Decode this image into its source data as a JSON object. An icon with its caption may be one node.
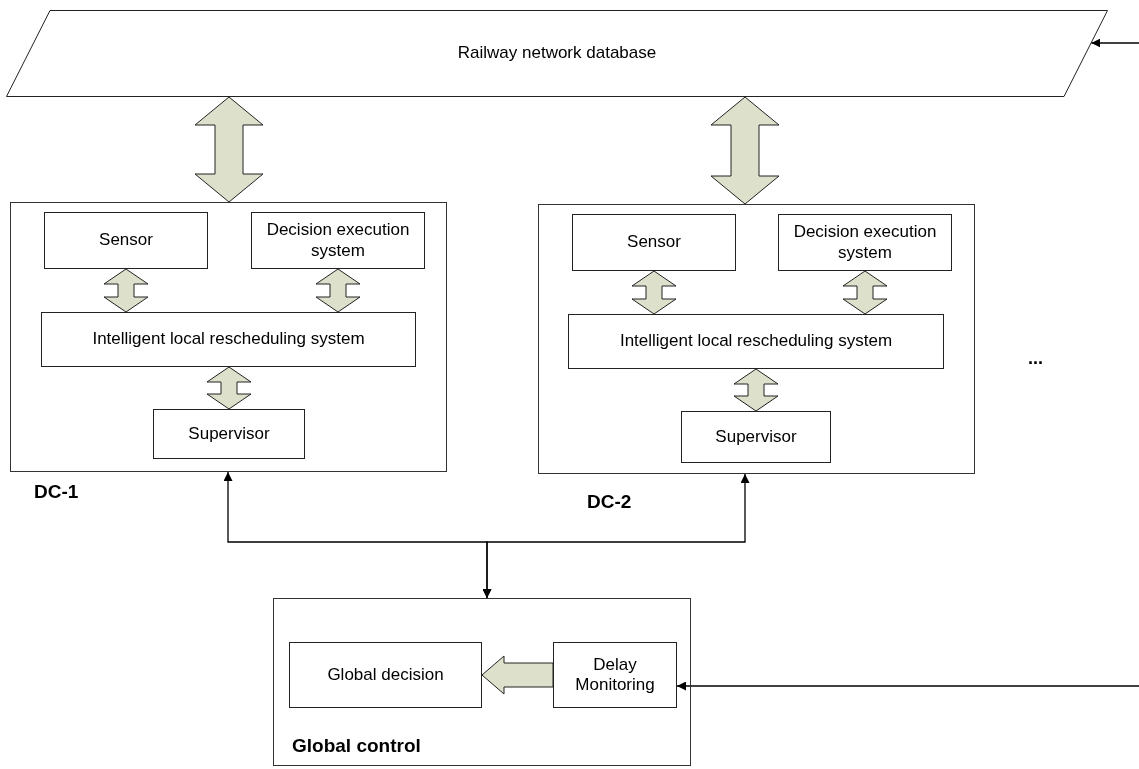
{
  "diagram": {
    "nodes": [
      {
        "text": [
          "Railway network database"
        ]
      },
      {
        "text": [
          "DC-1"
        ]
      },
      {
        "text": [
          "Sensor"
        ],
        "in": 1
      },
      {
        "text": [
          "Decision execution system"
        ],
        "in": 1
      },
      {
        "text": [
          "Intelligent local rescheduling system"
        ],
        "in": 1
      },
      {
        "text": [
          "Supervisor"
        ],
        "in": 1
      },
      {
        "text": [
          "DC-2"
        ]
      },
      {
        "text": [
          "Sensor"
        ],
        "in": 6
      },
      {
        "text": [
          "Decision execution system"
        ],
        "in": 6
      },
      {
        "text": [
          "Intelligent local rescheduling system"
        ],
        "in": 6
      },
      {
        "text": [
          "Supervisor"
        ],
        "in": 6
      },
      {
        "text": [
          "Global control"
        ]
      },
      {
        "text": [
          "Global decision"
        ],
        "in": 11
      },
      {
        "text": [
          "Delay Monitoring"
        ],
        "in": 11
      }
    ],
    "edges": [
      {
        "from": null,
        "to": 0,
        "arrow": "to"
      },
      {
        "from": 0,
        "to": 1,
        "arrow": "both",
        "style": "thick"
      },
      {
        "from": 0,
        "to": 6,
        "arrow": "both",
        "style": "thick"
      },
      {
        "from": 2,
        "to": 4,
        "arrow": "both",
        "style": "thick"
      },
      {
        "from": 3,
        "to": 4,
        "arrow": "both",
        "style": "thick"
      },
      {
        "from": 4,
        "to": 5,
        "arrow": "both",
        "style": "thick"
      },
      {
        "from": 7,
        "to": 9,
        "arrow": "both",
        "style": "thick"
      },
      {
        "from": 8,
        "to": 9,
        "arrow": "both",
        "style": "thick"
      },
      {
        "from": 9,
        "to": 10,
        "arrow": "both",
        "style": "thick"
      },
      {
        "from": 11,
        "to": 1,
        "arrow": "both"
      },
      {
        "from": 11,
        "to": 6,
        "arrow": "both"
      },
      {
        "from": 13,
        "to": 12,
        "arrow": "to",
        "style": "thick"
      },
      {
        "from": null,
        "to": 13,
        "arrow": "to"
      }
    ],
    "labels": [
      "..."
    ]
  }
}
